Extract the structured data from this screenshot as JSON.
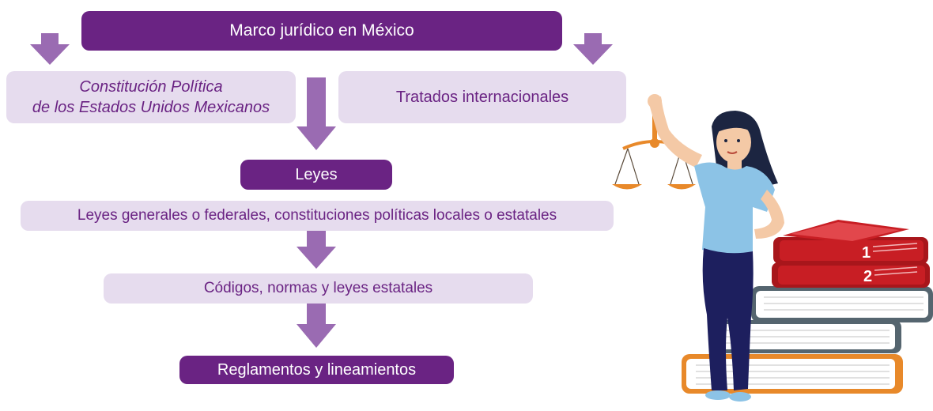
{
  "diagram": {
    "title": "Marco jurídico en México",
    "level1": {
      "constitucion_line1": "Constitución Política",
      "constitucion_line2": "de los Estados Unidos Mexicanos",
      "tratados": "Tratados internacionales"
    },
    "leyes": "Leyes",
    "leyes_generales": "Leyes generales o federales, constituciones políticas locales o estatales",
    "codigos": "Códigos, normas y leyes estatales",
    "reglamentos": "Reglamentos y lineamientos"
  },
  "illustration": {
    "book1_number": "1",
    "book2_number": "2"
  },
  "colors": {
    "dark_purple": "#6a2383",
    "light_purple": "#e6dcee",
    "arrow": "#9a6bb2",
    "book_red": "#c81e24",
    "shirt_blue": "#8cc3e6",
    "pants_navy": "#1d1f5e",
    "scale_orange": "#e8892a"
  }
}
